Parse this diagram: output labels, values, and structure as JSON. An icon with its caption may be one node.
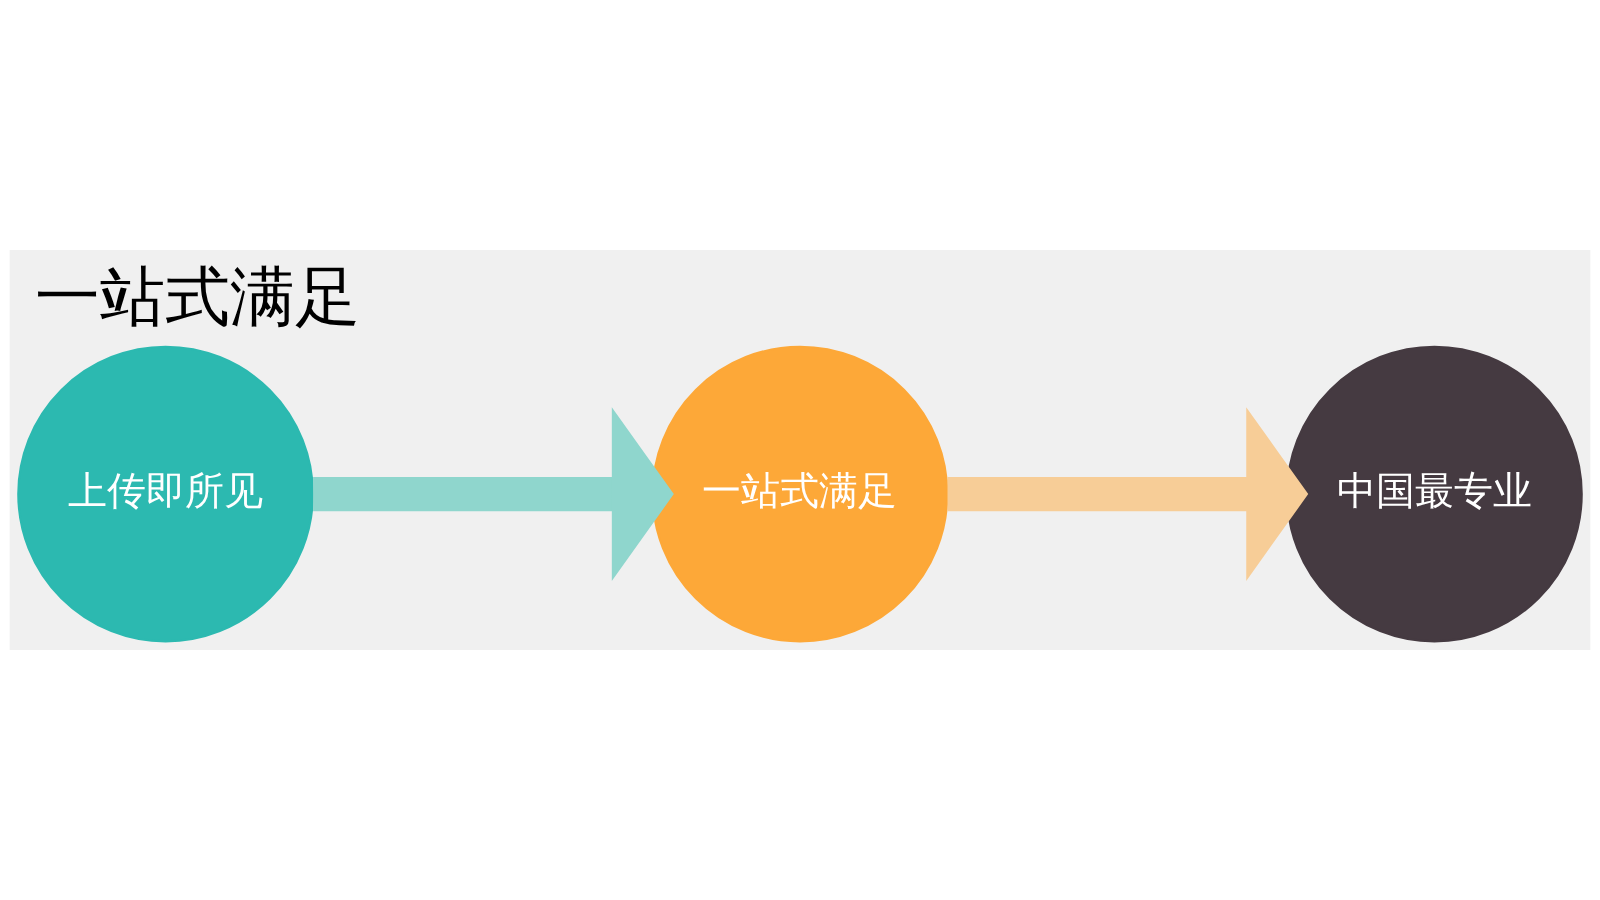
{
  "diagram": {
    "title": "一站式满足",
    "nodes": [
      {
        "text": [
          "上传即所见"
        ]
      },
      {
        "text": [
          "一站式满足"
        ]
      },
      {
        "text": [
          "中国最专业"
        ]
      }
    ],
    "edges": [
      {
        "from": 0,
        "to": 1,
        "arrow": "to",
        "color": "#8fd6cd"
      },
      {
        "from": 1,
        "to": 2,
        "arrow": "to",
        "color": "#f7cd97"
      }
    ]
  }
}
